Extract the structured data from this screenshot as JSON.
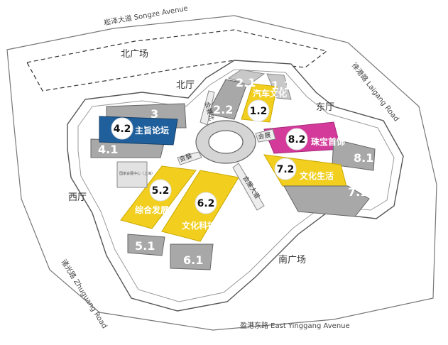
{
  "roads": {
    "north": "崧泽大道 Songze Avenue",
    "east": "徕港路 Laigang Road",
    "south": "盈港东路 East Yinggang Avenue",
    "west": "诸光路 Zhuguang Road"
  },
  "areas": {
    "north_plaza": "北广场",
    "south_plaza": "南广场",
    "north_hall": "北厅",
    "east_hall": "东厅",
    "west_hall": "西厅",
    "office": "国家会展中心（上海）"
  },
  "corridors": {
    "north": "会展北",
    "east": "会展",
    "south": "会展大道",
    "west": "会展"
  },
  "halls": {
    "h1_1": "1.1",
    "h2_1": "2.1",
    "h2_2": "2.2",
    "h3": "3",
    "h4_1": "4.1",
    "h5_1": "5.1",
    "h6_1": "6.1",
    "h7_1": "7.1",
    "h8_1": "8.1"
  },
  "zones": {
    "z1_2": {
      "num": "1.2",
      "name": "汽车文化",
      "color": "#f2cf1f"
    },
    "z4_2": {
      "num": "4.2",
      "name": "主旨论坛",
      "color": "#1f5f9c"
    },
    "z5_2": {
      "num": "5.2",
      "name": "综合发展",
      "color": "#f2cf1f"
    },
    "z6_2": {
      "num": "6.2",
      "name": "文化科技",
      "color": "#f2cf1f"
    },
    "z7_2": {
      "num": "7.2",
      "name": "文化生活",
      "color": "#f2cf1f"
    },
    "z8_2": {
      "num": "8.2",
      "name": "珠宝首饰",
      "color": "#d33a9a"
    }
  },
  "colors": {
    "hall_gray": "#a8a8a8",
    "outline": "#555555"
  }
}
